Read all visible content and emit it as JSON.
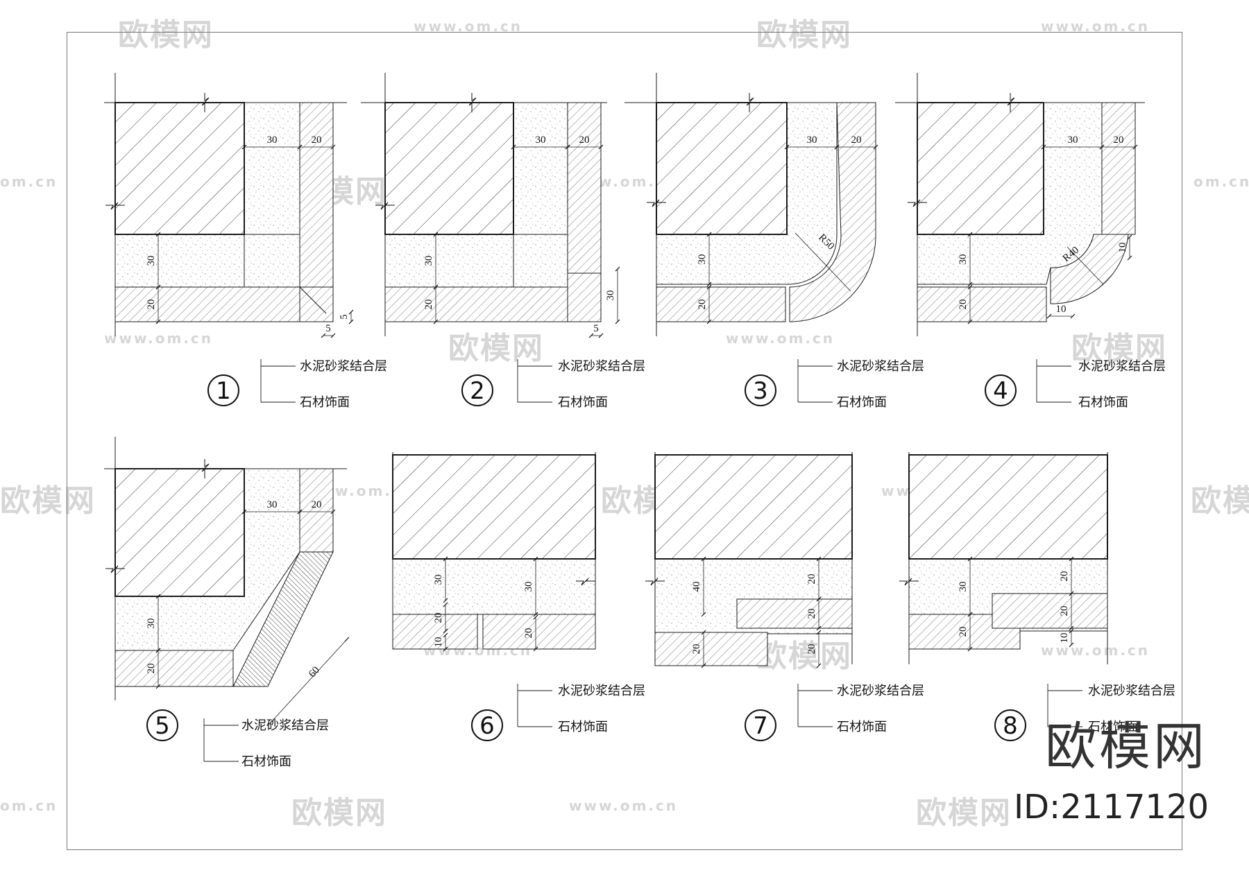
{
  "layers": {
    "mortar": "水泥砂浆结合层",
    "stone": "石材饰面"
  },
  "details": [
    {
      "number": "1",
      "dims": [
        "30",
        "20",
        "30",
        "20",
        "5",
        "5"
      ]
    },
    {
      "number": "2",
      "dims": [
        "30",
        "20",
        "30",
        "20",
        "30",
        "5"
      ]
    },
    {
      "number": "3",
      "dims": [
        "30",
        "20",
        "30",
        "20",
        "R50"
      ]
    },
    {
      "number": "4",
      "dims": [
        "30",
        "20",
        "30",
        "20",
        "R40",
        "10",
        "10"
      ]
    },
    {
      "number": "5",
      "dims": [
        "30",
        "20",
        "30",
        "20",
        "60"
      ]
    },
    {
      "number": "6",
      "dims": [
        "30",
        "20",
        "10",
        "30",
        "20"
      ]
    },
    {
      "number": "7",
      "dims": [
        "40",
        "20",
        "20",
        "20",
        "20"
      ]
    },
    {
      "number": "8",
      "dims": [
        "30",
        "20",
        "20",
        "20",
        "10"
      ]
    }
  ],
  "watermark": {
    "brand": "欧模网",
    "url": "www.om.cn",
    "url_short": "om.cn",
    "id": "ID:2117120"
  },
  "colors": {
    "line": "#1a1a1a",
    "hatch": "#333333",
    "mortar_dot": "#9a9a9a",
    "watermark": "#d6d6d6"
  }
}
